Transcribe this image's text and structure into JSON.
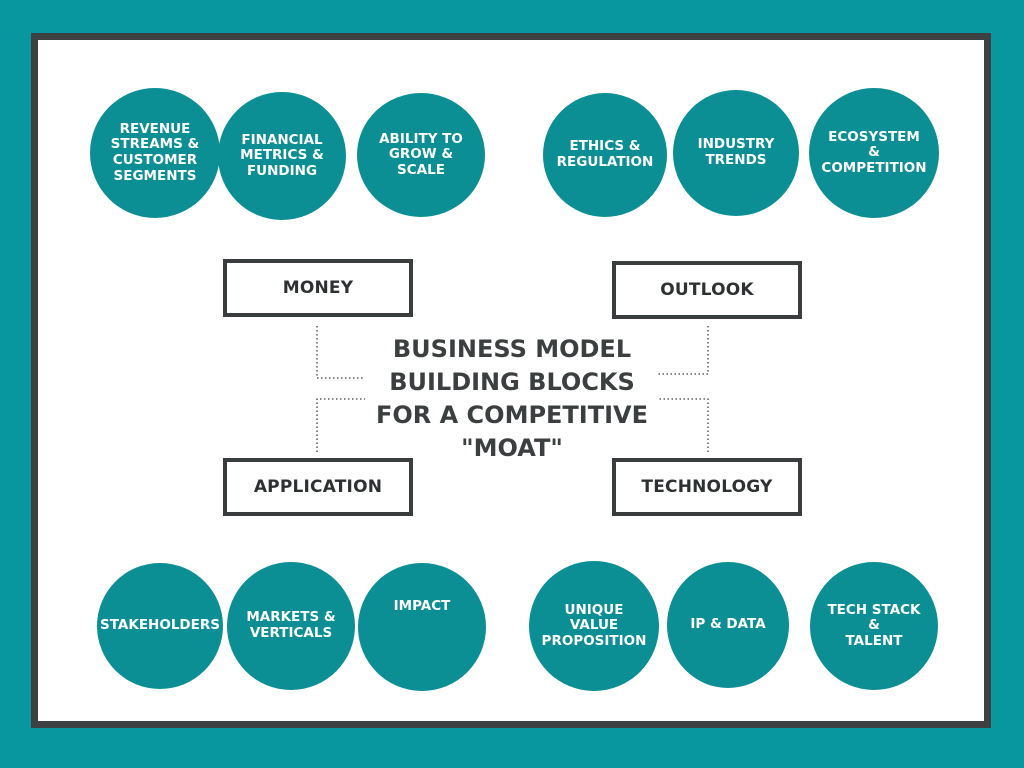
{
  "diagram": {
    "title": "BUSINESS MODEL\nBUILDING BLOCKS\nFOR A COMPETITIVE\n\"MOAT\"",
    "categories": {
      "money": "MONEY",
      "outlook": "OUTLOOK",
      "application": "APPLICATION",
      "technology": "TECHNOLOGY"
    },
    "money_items": [
      "REVENUE\nSTREAMS &\nCUSTOMER\nSEGMENTS",
      "FINANCIAL\nMETRICS &\nFUNDING",
      "ABILITY TO\nGROW &\nSCALE"
    ],
    "outlook_items": [
      "ETHICS &\nREGULATION",
      "INDUSTRY\nTRENDS",
      "ECOSYSTEM\n&\nCOMPETITION"
    ],
    "application_items": [
      "STAKEHOLDERS",
      "MARKETS &\nVERTICALS",
      "IMPACT"
    ],
    "technology_items": [
      "UNIQUE VALUE\nPROPOSITION",
      "IP & DATA",
      "TECH STACK &\nTALENT"
    ]
  },
  "colors": {
    "background": "#08979e",
    "circle": "#0b8f94",
    "frame_border": "#3e4142",
    "text_dark": "#3b3f40"
  }
}
